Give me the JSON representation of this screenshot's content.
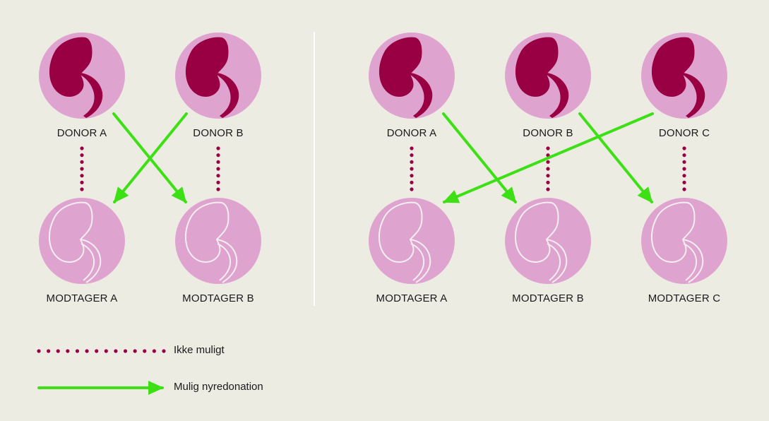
{
  "colors": {
    "background": "#edece3",
    "circle": "#dfa3cf",
    "donor_kidney": "#990043",
    "recipient_kidney_outline": "#f4eef0",
    "not_possible_dots": "#990043",
    "possible_arrow": "#3de014",
    "divider": "#ffffff"
  },
  "icons": {
    "donor": "filled-kidney-icon",
    "recipient": "outline-kidney-icon"
  },
  "panels": [
    {
      "donors": [
        "DONOR A",
        "DONOR B"
      ],
      "recipients": [
        "MODTAGER A",
        "MODTAGER B"
      ],
      "not_possible": [
        [
          0,
          0
        ],
        [
          1,
          1
        ]
      ],
      "possible": [
        [
          0,
          1
        ],
        [
          1,
          0
        ]
      ]
    },
    {
      "donors": [
        "DONOR A",
        "DONOR B",
        "DONOR C"
      ],
      "recipients": [
        "MODTAGER A",
        "MODTAGER B",
        "MODTAGER C"
      ],
      "not_possible": [
        [
          0,
          0
        ],
        [
          1,
          1
        ],
        [
          2,
          2
        ]
      ],
      "possible": [
        [
          0,
          1
        ],
        [
          1,
          2
        ],
        [
          2,
          0
        ]
      ]
    }
  ],
  "legend": {
    "not_possible_label": "Ikke muligt",
    "possible_label": "Mulig nyredonation"
  }
}
